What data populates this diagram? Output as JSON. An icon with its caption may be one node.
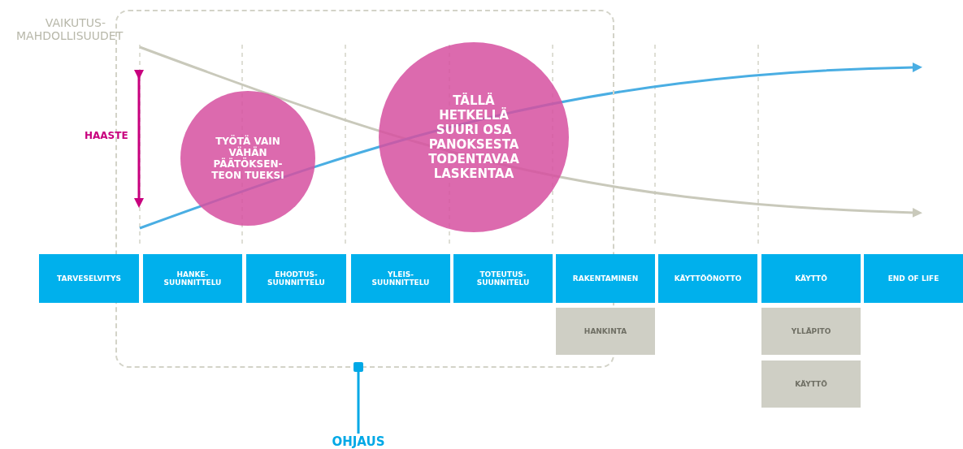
{
  "diagram": {
    "nodes": [
      {
        "text": [
          "OHJAUS"
        ]
      },
      {
        "text": [],
        "shape": "box"
      },
      {
        "text": [
          "TARVESELVITYS"
        ]
      },
      {
        "text": [
          "HANKE- SUUNNITTELU"
        ],
        "in": 1
      },
      {
        "text": [
          "EHODTUS- SUUNNITTELU"
        ],
        "in": 1
      },
      {
        "text": [
          "YLEIS- SUUNNITTELU"
        ],
        "in": 1
      },
      {
        "text": [
          "TOTEUTUS- SUUNNITELU"
        ],
        "in": 1
      },
      {
        "text": [
          "RAKENTAMINEN"
        ]
      },
      {
        "text": [
          "KÄYTTÖÖNOTTO"
        ]
      },
      {
        "text": [
          "KÄYTTÖ"
        ]
      },
      {
        "text": [
          "END OF LIFE"
        ]
      },
      {
        "text": [
          "HANKINTA"
        ]
      },
      {
        "text": [
          "YLLÄPITO"
        ]
      },
      {
        "text": [
          "KÄYTTÖ"
        ]
      },
      {
        "text": [
          "TYÖTÄ VAIN VÄHÄN PÄÄTÖKSEN- TEON TUEKSI"
        ],
        "in": 1
      },
      {
        "text": [
          "TÄLLÄ HETKELLÄ SUURI OSA PANOKSESTA TODENTAVAA LASKENTAA"
        ],
        "in": 1
      }
    ],
    "edges": [
      {
        "from": 0,
        "to": 1,
        "arrow": "other"
      }
    ],
    "labels": [
      "VAIKUTUS- MAHDOLLISUUDET",
      "HAASTE"
    ]
  }
}
